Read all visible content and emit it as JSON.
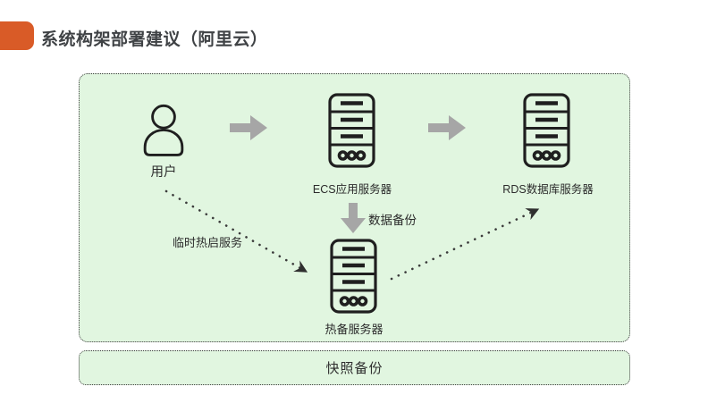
{
  "slide": {
    "background": "#ffffff",
    "accent_color": "#d95b27",
    "title": "系统构架部署建议（阿里云）",
    "title_color": "#3f4245"
  },
  "diagram": {
    "panel_fill": "#e1f6e0",
    "panel_border_color": "#3a3a3a",
    "icon_stroke": "#1f1f1f",
    "flow_arrow_color": "#a6a6a6",
    "dotted_line_color": "#3b3b3b",
    "nodes": {
      "user": {
        "label": "用户",
        "icon": "user-icon"
      },
      "ecs": {
        "label": "ECS应用服务器",
        "icon": "server-icon"
      },
      "rds": {
        "label": "RDS数据库服务器",
        "icon": "server-icon"
      },
      "hot": {
        "label": "热备服务器",
        "icon": "server-icon"
      }
    },
    "flow_arrows": [
      {
        "from": "user",
        "to": "ecs",
        "label": ""
      },
      {
        "from": "ecs",
        "to": "rds",
        "label": ""
      },
      {
        "from": "ecs",
        "to": "hot",
        "label": "数据备份"
      }
    ],
    "dotted_links": [
      {
        "from": "user",
        "to": "hot",
        "label": "临时热启服务"
      },
      {
        "from": "hot",
        "to": "rds",
        "label": ""
      }
    ]
  },
  "snapshot_bar": {
    "label": "快照备份"
  }
}
